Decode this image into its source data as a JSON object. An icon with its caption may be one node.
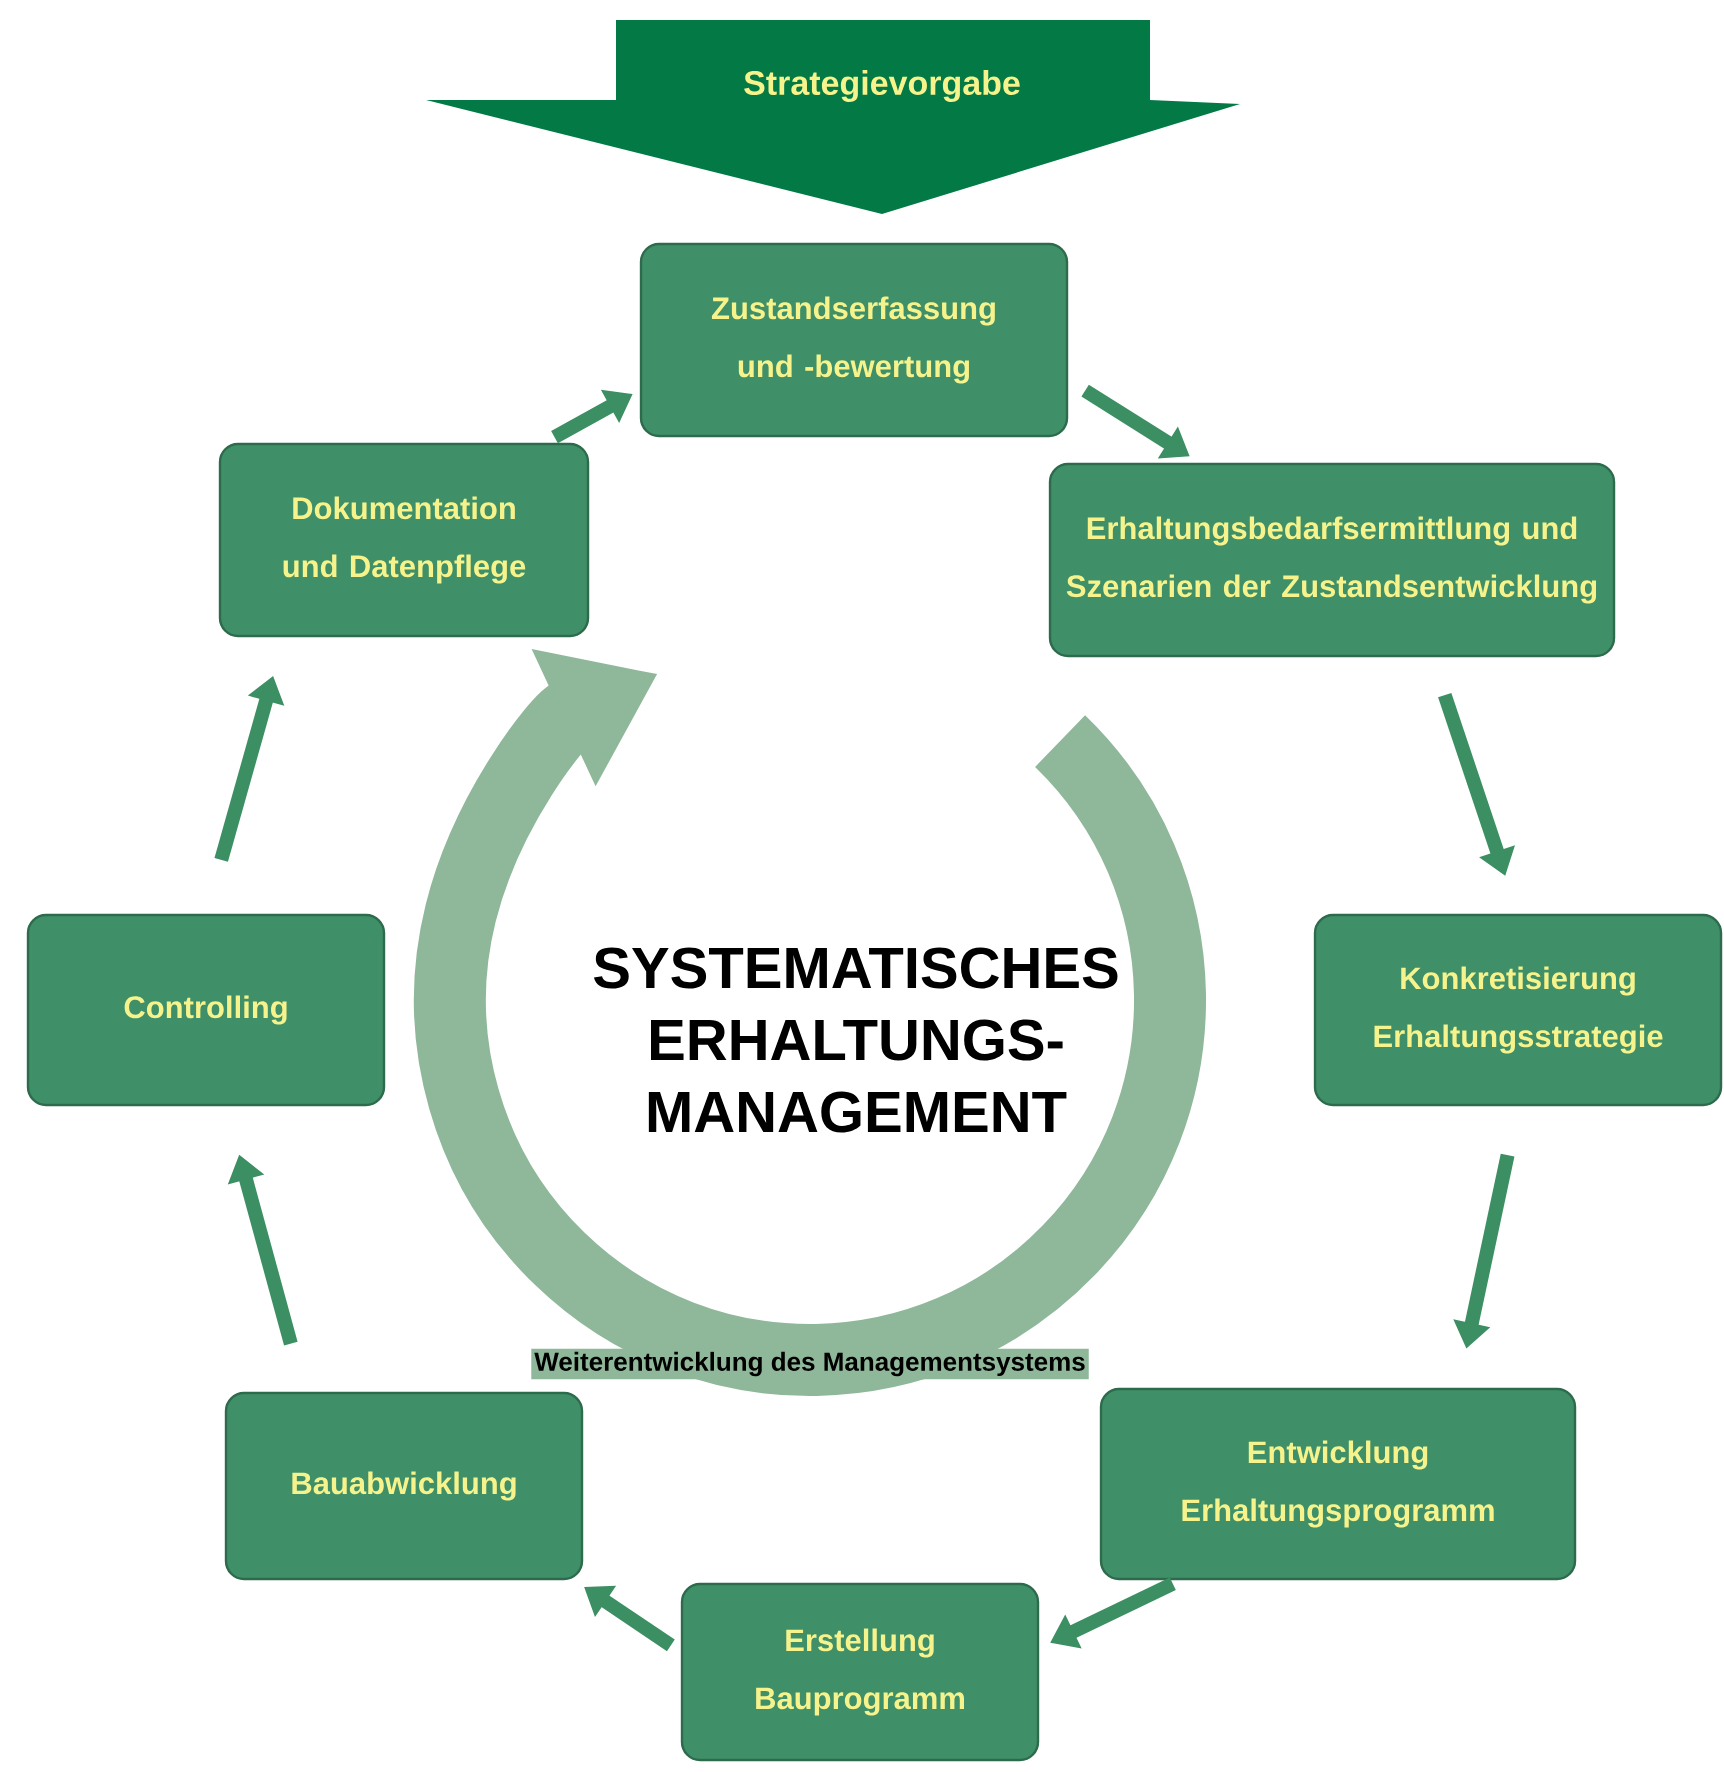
{
  "diagram": {
    "nodes": [
      {
        "text": [
          "Strategievorgabe"
        ]
      },
      {
        "text": [
          "Zustandserfassung und -bewertung"
        ]
      },
      {
        "text": [
          "Erhaltungsbedarfsermittlung und Szenarien der Zustandsentwicklung"
        ]
      },
      {
        "text": [
          "Konkretisierung Erhaltungsstrategie"
        ]
      },
      {
        "text": [
          "Entwicklung Erhaltungsprogramm"
        ]
      },
      {
        "text": [
          "Erstellung Bauprogramm"
        ]
      },
      {
        "text": [
          "Bauabwicklung"
        ]
      },
      {
        "text": [
          "Controlling"
        ]
      },
      {
        "text": [
          "Dokumentation und Datenpflege"
        ]
      }
    ],
    "edges": [
      {
        "from": 1,
        "to": 2,
        "arrow": "to"
      },
      {
        "from": 2,
        "to": 3,
        "arrow": "to"
      },
      {
        "from": 3,
        "to": 4,
        "arrow": "to"
      },
      {
        "from": 4,
        "to": 5,
        "arrow": "to"
      },
      {
        "from": 5,
        "to": 6,
        "arrow": "to"
      },
      {
        "from": 6,
        "to": 7,
        "arrow": "to"
      },
      {
        "from": 7,
        "to": 8,
        "arrow": "to"
      },
      {
        "from": 8,
        "to": 1,
        "arrow": "to"
      }
    ],
    "labels": [
      "SYSTEMATISCHES ERHALTUNGS- MANAGEMENT",
      "Weiterentwicklung des Managementsystems"
    ]
  }
}
